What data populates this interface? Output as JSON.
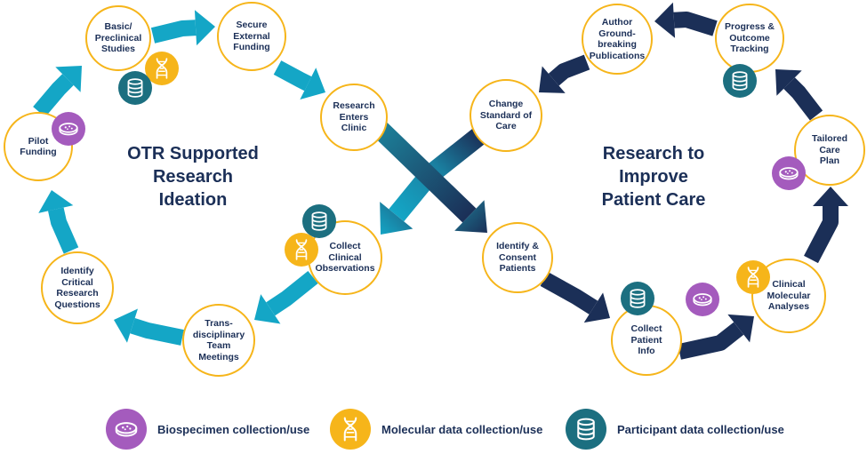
{
  "colors": {
    "teal": "#14a6c6",
    "navy": "#1b2f57",
    "gold": "#f6b51a",
    "purple": "#a45bbd",
    "dark_teal": "#1c6f80"
  },
  "titles": {
    "left": "OTR Supported\nResearch\nIdeation",
    "right": "Research to\nImprove\nPatient Care"
  },
  "nodes": {
    "basic_preclinical": "Basic/\nPreclinical\nStudies",
    "secure_funding": "Secure\nExternal\nFunding",
    "research_enters_clinic": "Research\nEnters\nClinic",
    "pilot_funding": "Pilot\nFunding",
    "identify_questions": "Identify\nCritical\nResearch\nQuestions",
    "team_meetings": "Trans-\ndisciplinary\nTeam\nMeetings",
    "clinical_observations": "Collect\nClinical\nObservations",
    "change_standard": "Change\nStandard of\nCare",
    "author_publications": "Author\nGround-\nbreaking\nPublications",
    "progress_tracking": "Progress &\nOutcome\nTracking",
    "tailored_care": "Tailored\nCare\nPlan",
    "clinical_molecular": "Clinical\nMolecular\nAnalyses",
    "collect_patient_info": "Collect\nPatient\nInfo",
    "identify_consent": "Identify &\nConsent\nPatients"
  },
  "icons": {
    "biospecimen": "petri-dish-icon",
    "molecular": "dna-icon",
    "participant": "database-icon"
  },
  "legend": [
    {
      "icon": "biospecimen",
      "label": "Biospecimen collection/use"
    },
    {
      "icon": "molecular",
      "label": "Molecular data collection/use"
    },
    {
      "icon": "participant",
      "label": "Participant data collection/use"
    }
  ]
}
